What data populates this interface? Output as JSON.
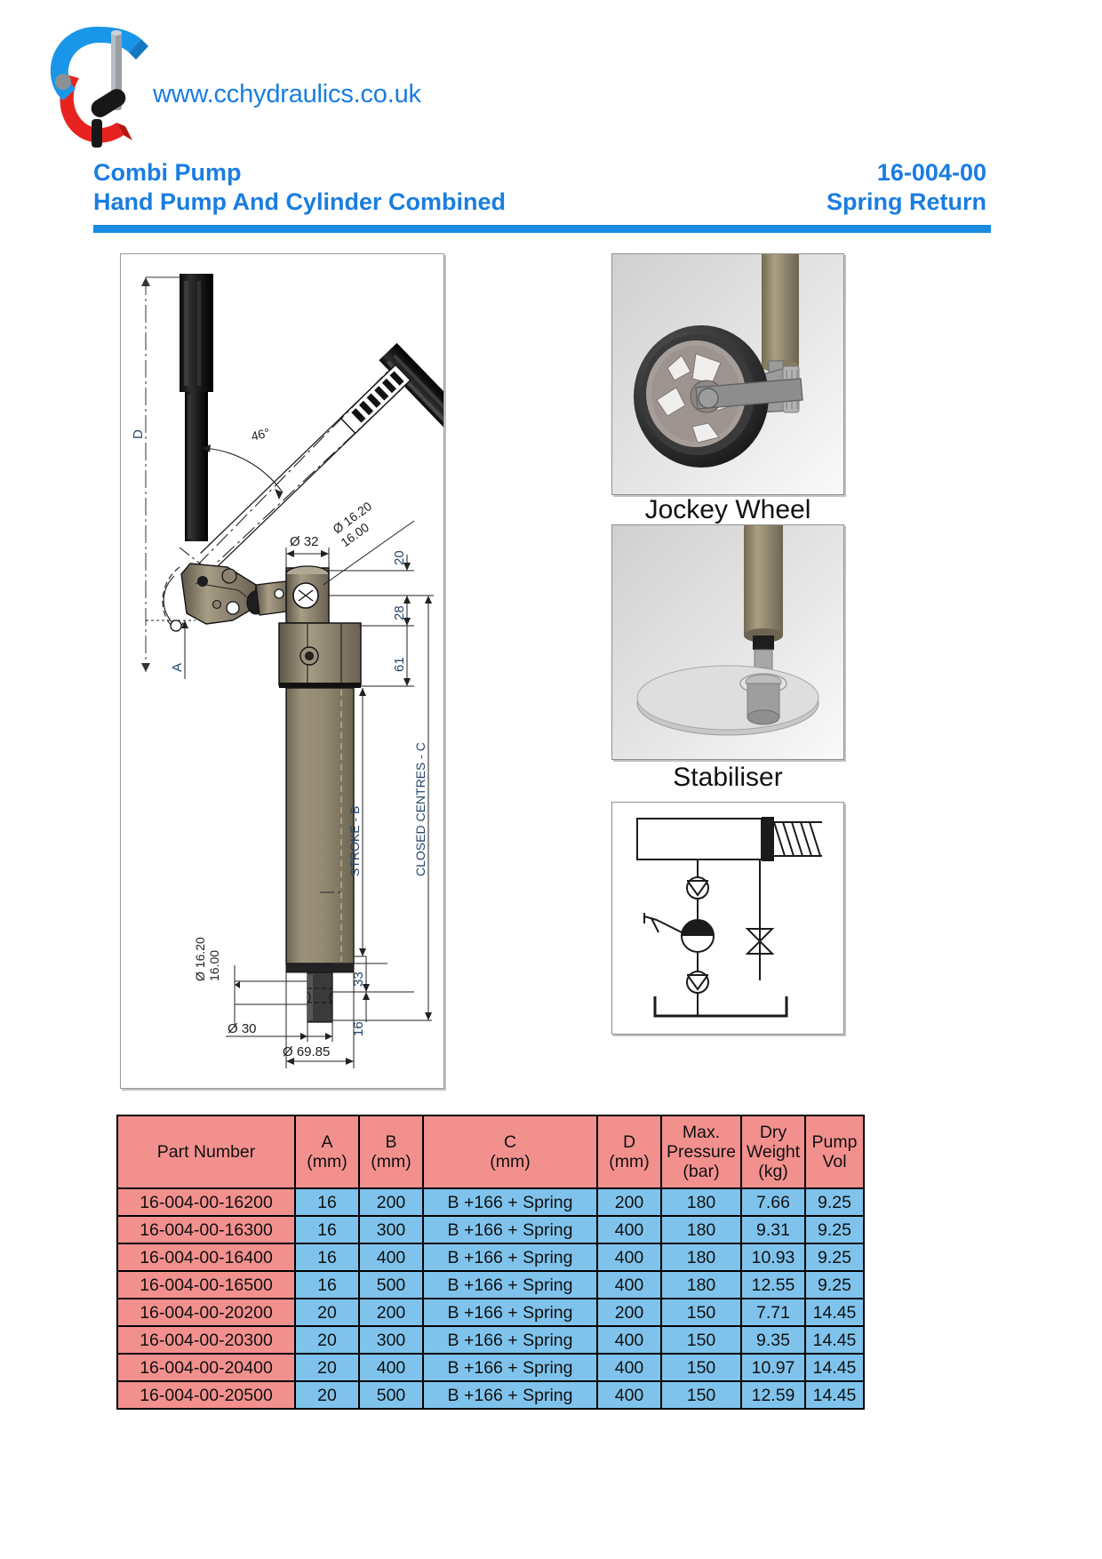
{
  "brand": {
    "url": "www.cchydraulics.co.uk",
    "logo_name": "cc-hydraulics-c-clamp-logo",
    "accent_color": "#1a7de0",
    "rule_color": "#1a8ae0"
  },
  "title": {
    "line1": "Combi Pump",
    "line2": "Hand Pump And Cylinder Combined",
    "part_code": "16-004-00",
    "variant": "Spring Return"
  },
  "drawing": {
    "labels": {
      "d_overall": "D",
      "angle": "46°",
      "bore_tol_top": "Ø 16.20",
      "bore_tol_top2": "16.00",
      "dia_32": "Ø 32",
      "dim_20": "20",
      "dim_28": "28",
      "dim_61": "61",
      "stroke": "STROKE - B",
      "closed_centres": "CLOSED CENTRES - C",
      "a_label": "A",
      "rod_tol_1": "Ø 16.20",
      "rod_tol_2": "16.00",
      "dia_30": "Ø 30",
      "dim_33": "33",
      "dim_16": "16",
      "dia_6985": "Ø 69.85"
    }
  },
  "photos": [
    {
      "name": "jockey-wheel-photo",
      "caption": "Jockey Wheel"
    },
    {
      "name": "stabiliser-photo",
      "caption": "Stabiliser"
    },
    {
      "name": "hydraulic-schematic",
      "caption": ""
    }
  ],
  "table": {
    "headers": [
      {
        "label": "Part Number",
        "unit": ""
      },
      {
        "label": "A",
        "unit": "(mm)"
      },
      {
        "label": "B",
        "unit": "(mm)"
      },
      {
        "label": "C",
        "unit": "(mm)"
      },
      {
        "label": "D",
        "unit": "(mm)"
      },
      {
        "label": "Max. Pressure",
        "unit": "(bar)"
      },
      {
        "label": "Dry Weight",
        "unit": "(kg)"
      },
      {
        "label": "Pump Vol",
        "unit": ""
      }
    ],
    "header_colors": {
      "header_bg": "#f2908e",
      "part_bg": "#f2908e",
      "value_bg": "#7fc3ec"
    },
    "rows": [
      {
        "part": "16-004-00-16200",
        "a": "16",
        "b": "200",
        "c": "B +166 + Spring",
        "d": "200",
        "pressure": "180",
        "weight": "7.66",
        "pump_vol": "9.25"
      },
      {
        "part": "16-004-00-16300",
        "a": "16",
        "b": "300",
        "c": "B +166 + Spring",
        "d": "400",
        "pressure": "180",
        "weight": "9.31",
        "pump_vol": "9.25"
      },
      {
        "part": "16-004-00-16400",
        "a": "16",
        "b": "400",
        "c": "B +166 + Spring",
        "d": "400",
        "pressure": "180",
        "weight": "10.93",
        "pump_vol": "9.25"
      },
      {
        "part": "16-004-00-16500",
        "a": "16",
        "b": "500",
        "c": "B +166 + Spring",
        "d": "400",
        "pressure": "180",
        "weight": "12.55",
        "pump_vol": "9.25"
      },
      {
        "part": "16-004-00-20200",
        "a": "20",
        "b": "200",
        "c": "B +166 + Spring",
        "d": "200",
        "pressure": "150",
        "weight": "7.71",
        "pump_vol": "14.45"
      },
      {
        "part": "16-004-00-20300",
        "a": "20",
        "b": "300",
        "c": "B +166 + Spring",
        "d": "400",
        "pressure": "150",
        "weight": "9.35",
        "pump_vol": "14.45"
      },
      {
        "part": "16-004-00-20400",
        "a": "20",
        "b": "400",
        "c": "B +166 + Spring",
        "d": "400",
        "pressure": "150",
        "weight": "10.97",
        "pump_vol": "14.45"
      },
      {
        "part": "16-004-00-20500",
        "a": "20",
        "b": "500",
        "c": "B +166 + Spring",
        "d": "400",
        "pressure": "150",
        "weight": "12.59",
        "pump_vol": "14.45"
      }
    ]
  }
}
